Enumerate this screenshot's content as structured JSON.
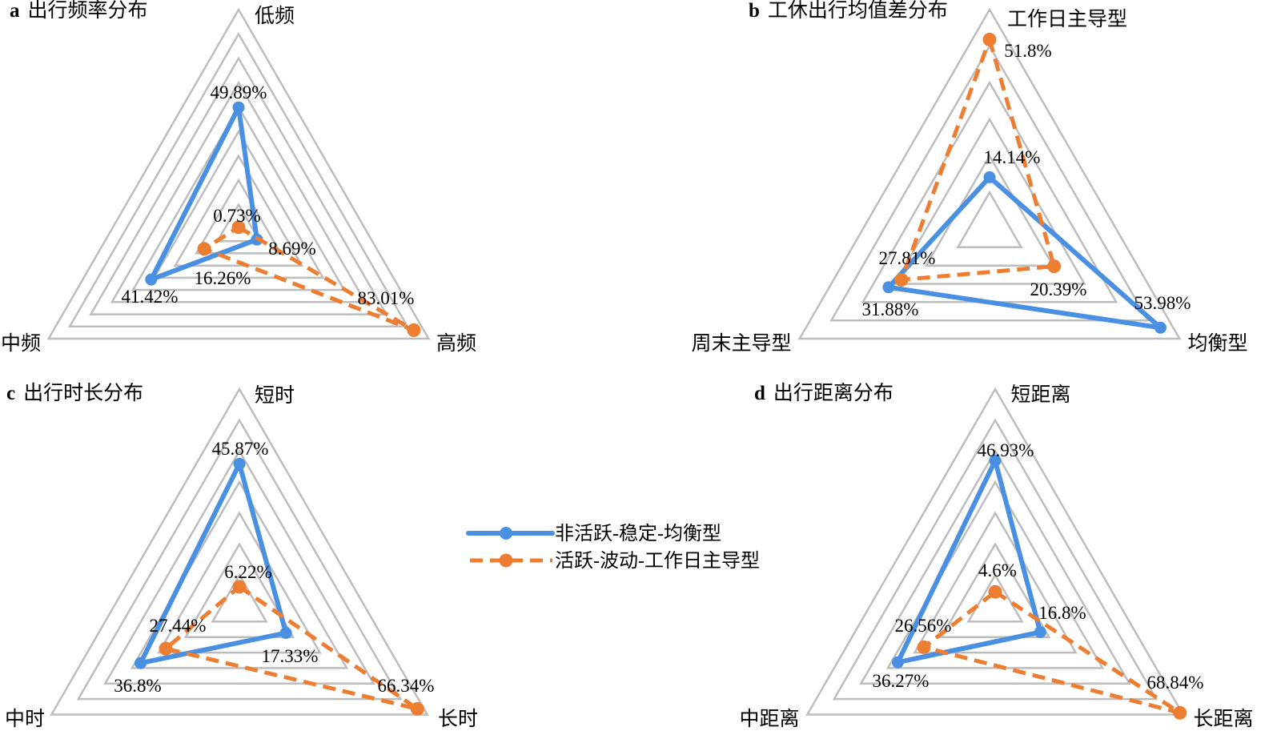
{
  "colors": {
    "grid": "#BDBDBD"
  },
  "legend": {
    "position": "center",
    "items": [
      {
        "name": "非活跃-稳定-均衡型",
        "color": "#4A90E2",
        "line_style": "solid",
        "marker": "circle"
      },
      {
        "name": "活跃-波动-工作日主导型",
        "color": "#ED7D31",
        "line_style": "dashed",
        "marker": "circle"
      }
    ]
  },
  "chart_data": [
    {
      "type": "radar",
      "letter": "a",
      "title": "出行频率分布",
      "axes": [
        "低频",
        "高频",
        "中频"
      ],
      "rlim": [
        0,
        90
      ],
      "rstep": 10,
      "grid": true,
      "series": [
        {
          "values": [
            49.89,
            8.69,
            41.42
          ],
          "labels": [
            "49.89%",
            "8.69%",
            "41.42%"
          ]
        },
        {
          "values": [
            0.73,
            83.01,
            16.26
          ],
          "labels": [
            "0.73%",
            "83.01%",
            "16.26%"
          ]
        }
      ]
    },
    {
      "type": "radar",
      "letter": "b",
      "title": "工休出行均值差分布",
      "axes": [
        "工作日主导型",
        "均衡型",
        "周末主导型"
      ],
      "rlim": [
        0,
        60
      ],
      "rstep": 10,
      "grid": true,
      "series": [
        {
          "values": [
            14.14,
            53.98,
            31.88
          ],
          "labels": [
            "14.14%",
            "53.98%",
            "31.88%"
          ]
        },
        {
          "values": [
            51.8,
            20.39,
            27.81
          ],
          "labels": [
            "51.8%",
            "20.39%",
            "27.81%"
          ]
        }
      ]
    },
    {
      "type": "radar",
      "letter": "c",
      "title": "出行时长分布",
      "axes": [
        "短时",
        "长时",
        "中时"
      ],
      "rlim": [
        0,
        70
      ],
      "rstep": 10,
      "grid": true,
      "series": [
        {
          "values": [
            45.87,
            17.33,
            36.8
          ],
          "labels": [
            "45.87%",
            "17.33%",
            "36.8%"
          ]
        },
        {
          "values": [
            6.22,
            66.34,
            27.44
          ],
          "labels": [
            "6.22%",
            "66.34%",
            "27.44%"
          ]
        }
      ]
    },
    {
      "type": "radar",
      "letter": "d",
      "title": "出行距离分布",
      "axes": [
        "短距离",
        "长距离",
        "中距离"
      ],
      "rlim": [
        0,
        70
      ],
      "rstep": 10,
      "grid": true,
      "series": [
        {
          "values": [
            46.93,
            16.8,
            36.27
          ],
          "labels": [
            "46.93%",
            "16.8%",
            "36.27%"
          ]
        },
        {
          "values": [
            4.6,
            68.84,
            26.56
          ],
          "labels": [
            "4.6%",
            "68.84%",
            "26.56%"
          ]
        }
      ]
    }
  ]
}
